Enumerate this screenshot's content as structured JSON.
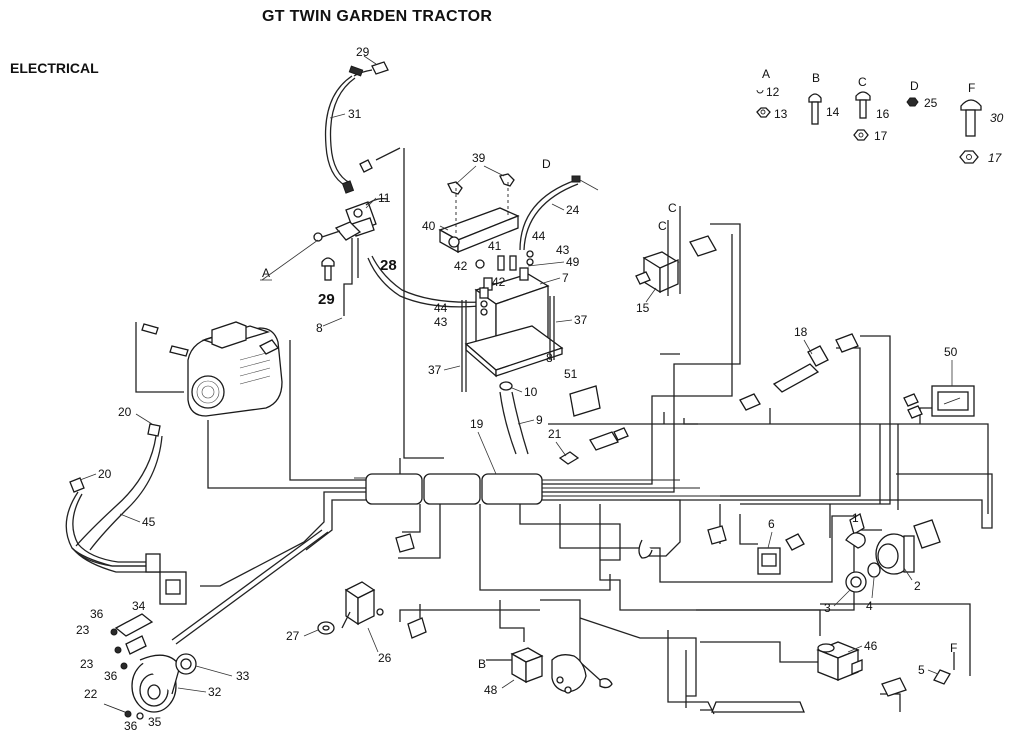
{
  "title": "GT TWIN GARDEN TRACTOR",
  "subtitle": "ELECTRICAL",
  "legend_letters": [
    "A",
    "B",
    "C",
    "D",
    "F"
  ],
  "legend_numbers": {
    "a12": "12",
    "a13": "13",
    "b14": "14",
    "c16": "16",
    "c17": "17",
    "d25": "25",
    "f30": "30",
    "f17": "17"
  },
  "callouts": {
    "n29a": "29",
    "n31": "31",
    "n11": "11",
    "n28": "28",
    "n29b": "29",
    "n8a": "8",
    "n39": "39",
    "n40": "40",
    "n41": "41",
    "n42a": "42",
    "n42b": "42",
    "n44a": "44",
    "n43a": "43",
    "n49": "49",
    "n7": "7",
    "n44b": "44",
    "n43b": "43",
    "n24": "24",
    "n37a": "37",
    "n37b": "37",
    "n8b": "8",
    "n10": "10",
    "n51": "51",
    "n9": "9",
    "n19": "19",
    "n21": "21",
    "n15": "15",
    "n18": "18",
    "n50": "50",
    "n20a": "20",
    "n20b": "20",
    "n45": "45",
    "n6": "6",
    "n1": "1",
    "n2": "2",
    "n3": "3",
    "n4": "4",
    "n34": "34",
    "n36a": "36",
    "n23a": "23",
    "n23b": "23",
    "n36b": "36",
    "n33": "33",
    "n32": "32",
    "n22": "22",
    "n36c": "36",
    "n35": "35",
    "n27": "27",
    "n26": "26",
    "n48": "48",
    "n46": "46",
    "n5": "5"
  },
  "refs": {
    "A": "A",
    "B": "B",
    "C1": "C",
    "C2": "C",
    "D": "D",
    "F": "F"
  }
}
